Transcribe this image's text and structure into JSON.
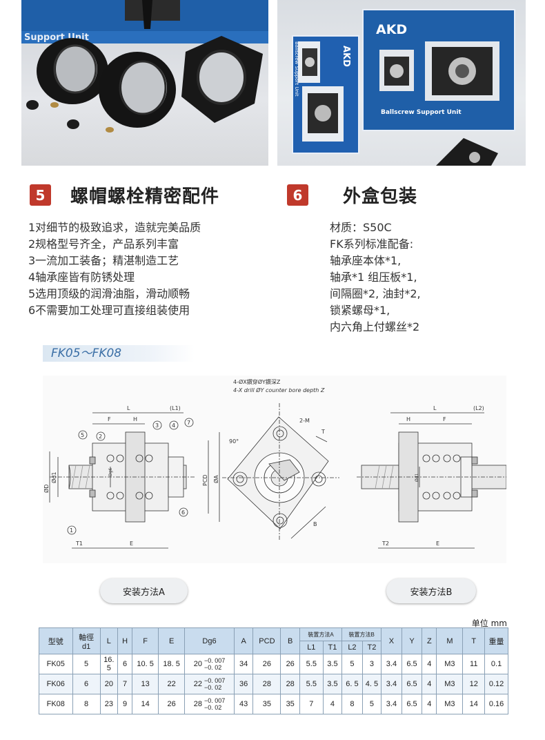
{
  "photos": {
    "left_label": "Support Unit",
    "right_box_logo": "AKD",
    "right_box_caption": "Ballscrew Support Unit",
    "right_side_caption": "Ballscrew Support Unit"
  },
  "sections": [
    {
      "number": "5",
      "title": "螺帽螺栓精密配件",
      "lines": [
        "1对细节的极致追求，造就完美品质",
        "2规格型号齐全，产品系列丰富",
        "3一流加工装备；精湛制造工艺",
        "4轴承座皆有防锈处理",
        "5选用顶级的润滑油脂，滑动顺畅",
        "6不需要加工处理可直接组装使用"
      ]
    },
    {
      "number": "6",
      "title": "外盒包装",
      "lines": [
        "材质：S50C",
        "FK系列标准配备:",
        "轴承座本体*1,",
        "轴承*1 组压板*1,",
        "间隔圈*2,  油封*2,",
        "锁紧螺母*1,",
        "内六角上付螺丝*2"
      ]
    }
  ],
  "series_header": "FK05～FK08",
  "drawing": {
    "note_line1": "4-ØX鑽穿ØY鑽深Z",
    "note_line2": "4-X drill ØY counter bore depth Z",
    "label_2m": "2-M",
    "label_90": "90°",
    "label_T": "T",
    "label_B": "B",
    "label_L": "L",
    "label_L1": "(L1)",
    "label_L2": "(L2)",
    "label_F": "F",
    "label_H": "H",
    "label_E": "E",
    "label_T1": "T1",
    "label_T2": "T2",
    "label_A": "ØA",
    "label_PCD": "PCD",
    "label_d1": "Ød1",
    "label_D": "ØD",
    "label_Dg6": "Dg6",
    "callouts": [
      "1",
      "2",
      "3",
      "4",
      "5",
      "6",
      "7"
    ]
  },
  "methods": {
    "a": "安装方法A",
    "b": "安装方法B"
  },
  "unit_label": "单位 mm",
  "table": {
    "headers": {
      "model": "型號",
      "shaft": "軸徑",
      "shaft_sub": "d1",
      "L": "L",
      "H": "H",
      "F": "F",
      "E": "E",
      "Dg6": "Dg6",
      "A": "A",
      "PCD": "PCD",
      "B": "B",
      "methodA": "裝置方法A",
      "methodB": "裝置方法B",
      "L1": "L1",
      "T1": "T1",
      "L2": "L2",
      "T2": "T2",
      "X": "X",
      "Y": "Y",
      "Z": "Z",
      "M": "M",
      "T": "T",
      "weight": "重量"
    },
    "rows": [
      {
        "model": "FK05",
        "d1": "5",
        "L": "16. 5",
        "H": "6",
        "F": "10. 5",
        "E": "18. 5",
        "D": "20",
        "tol_up": "−0. 007",
        "tol_dn": "−0. 02",
        "A": "34",
        "PCD": "26",
        "B": "26",
        "L1": "5.5",
        "T1": "3.5",
        "L2": "5",
        "T2": "3",
        "X": "3.4",
        "Y": "6.5",
        "Z": "4",
        "M": "M3",
        "T": "11",
        "weight": "0.1"
      },
      {
        "model": "FK06",
        "d1": "6",
        "L": "20",
        "H": "7",
        "F": "13",
        "E": "22",
        "D": "22",
        "tol_up": "−0. 007",
        "tol_dn": "−0. 02",
        "A": "36",
        "PCD": "28",
        "B": "28",
        "L1": "5.5",
        "T1": "3.5",
        "L2": "6. 5",
        "T2": "4. 5",
        "X": "3.4",
        "Y": "6.5",
        "Z": "4",
        "M": "M3",
        "T": "12",
        "weight": "0.12"
      },
      {
        "model": "FK08",
        "d1": "8",
        "L": "23",
        "H": "9",
        "F": "14",
        "E": "26",
        "D": "28",
        "tol_up": "−0. 007",
        "tol_dn": "−0. 02",
        "A": "43",
        "PCD": "35",
        "B": "35",
        "L1": "7",
        "T1": "4",
        "L2": "8",
        "T2": "5",
        "X": "3.4",
        "Y": "6.5",
        "Z": "4",
        "M": "M3",
        "T": "14",
        "weight": "0.16"
      }
    ]
  }
}
